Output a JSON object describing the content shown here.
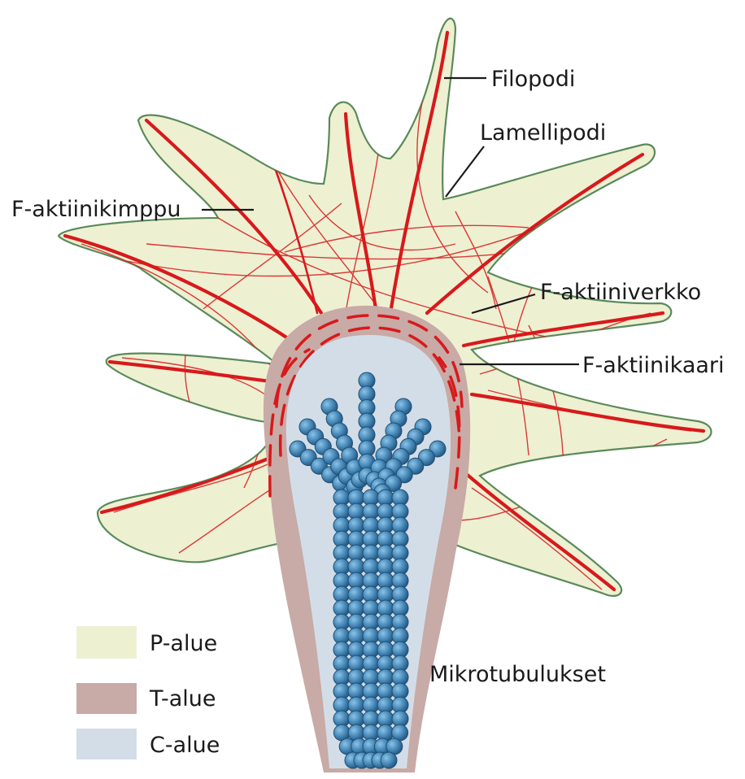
{
  "labels": {
    "filopodi": "Filopodi",
    "lamellipodi": "Lamellipodi",
    "f_aktiinikimppu": "F-aktiinikimppu",
    "f_aktiiniverkko": "F-aktiiniverkko",
    "f_aktiinikaari": "F-aktiinikaari",
    "mikrotubulukset": "Mikrotubulukset"
  },
  "legend": [
    {
      "label": "P-alue",
      "color": "#eef0d2"
    },
    {
      "label": "T-alue",
      "color": "#c8aaa6"
    },
    {
      "label": "C-alue",
      "color": "#d3dde8"
    }
  ],
  "colors": {
    "p_domain": "#eef0d2",
    "p_outline": "#5a8a5a",
    "t_domain": "#c8aaa6",
    "c_domain": "#d3dde8",
    "actin": "#d8191b",
    "microtubule": "#3f7fac",
    "leader": "#1a1a1a"
  }
}
